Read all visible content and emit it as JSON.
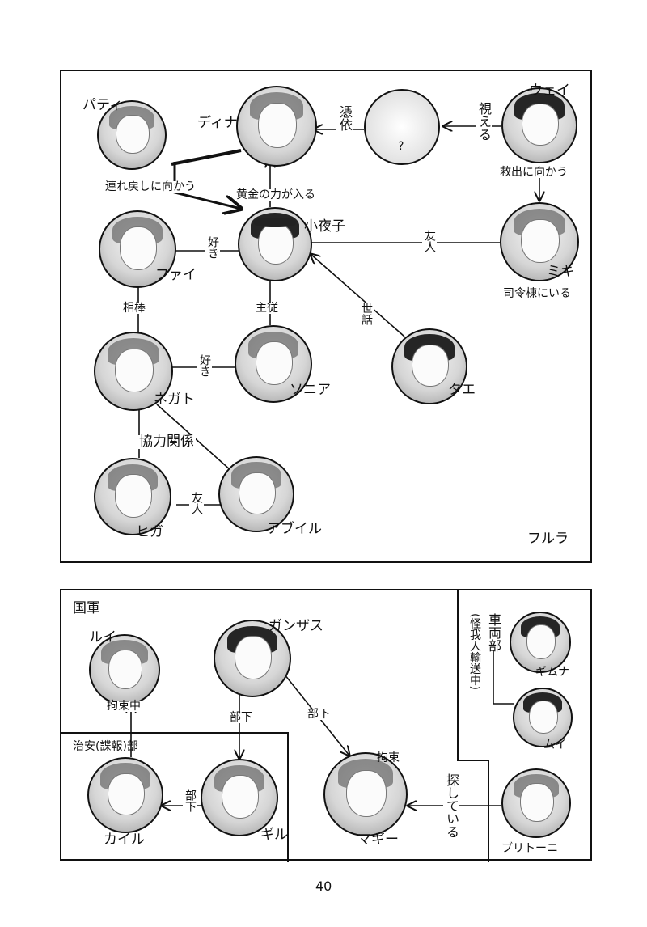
{
  "top_panel": {
    "corner_label": "フルラ",
    "characters": {
      "paty": "パティ",
      "dina": "ディナ",
      "wei": "ウェイ",
      "sayoko": "小夜子",
      "fai": "ファイ",
      "miki": "ミキ",
      "negato": "ネガト",
      "sonia": "ソニア",
      "tae": "タエ",
      "higa": "ヒガ",
      "abuiru": "アブイル"
    },
    "unknown_mark": "?",
    "edges": {
      "hyoui": "憑依",
      "mieru": "視える",
      "kyushutsu": "救出に向かう",
      "tsuremodoshi": "連れ戻しに向かう",
      "ougon": "黄金の力が入る",
      "suki1": "好き",
      "yujin1": "友人",
      "shireitou": "司令棟にいる",
      "aibou": "相棒",
      "shuju": "主従",
      "sewa": "世話",
      "suki2": "好き",
      "kyoryoku": "協力関係",
      "yujin2": "友人"
    }
  },
  "bottom_panel": {
    "group_main": "国軍",
    "group_security": "治安(諜報)部",
    "group_vehicle": "車両部",
    "group_vehicle_note": "(怪我人輸送中)",
    "characters": {
      "rui": "ルイ",
      "ganzasu": "ガンザス",
      "kairu": "カイル",
      "giru": "ギル",
      "magi": "マギー",
      "gimuna": "ギムナ",
      "mui": "ムイ",
      "buritoni": "ブリトーニ"
    },
    "edges": {
      "kousokuchu": "拘束中",
      "buka1": "部下",
      "buka2": "部下",
      "buka3": "部下",
      "kousoku": "拘束",
      "sagashiteiru": "探している"
    }
  },
  "page_number": "40"
}
